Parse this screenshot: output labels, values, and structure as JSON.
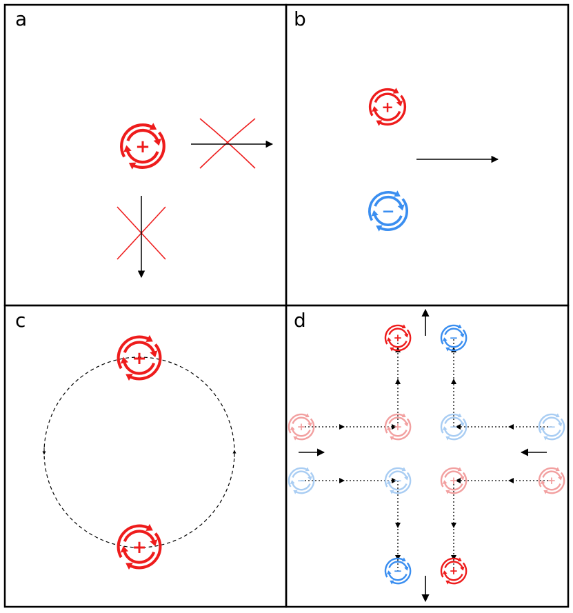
{
  "panels": [
    {
      "id": "a",
      "label": "a"
    },
    {
      "id": "b",
      "label": "b"
    },
    {
      "id": "c",
      "label": "c"
    },
    {
      "id": "d",
      "label": "d"
    }
  ],
  "vortex_signs": {
    "positive": "+",
    "negative": "−"
  },
  "colors": {
    "positive": "#ee1c1c",
    "negative": "#3a8ef0",
    "positive_faded": "#f2a0a0",
    "negative_faded": "#a9cdf3",
    "ink": "#000000"
  },
  "icons": [
    "vortex-positive-icon",
    "vortex-negative-icon",
    "cross-icon",
    "arrow-icon"
  ]
}
